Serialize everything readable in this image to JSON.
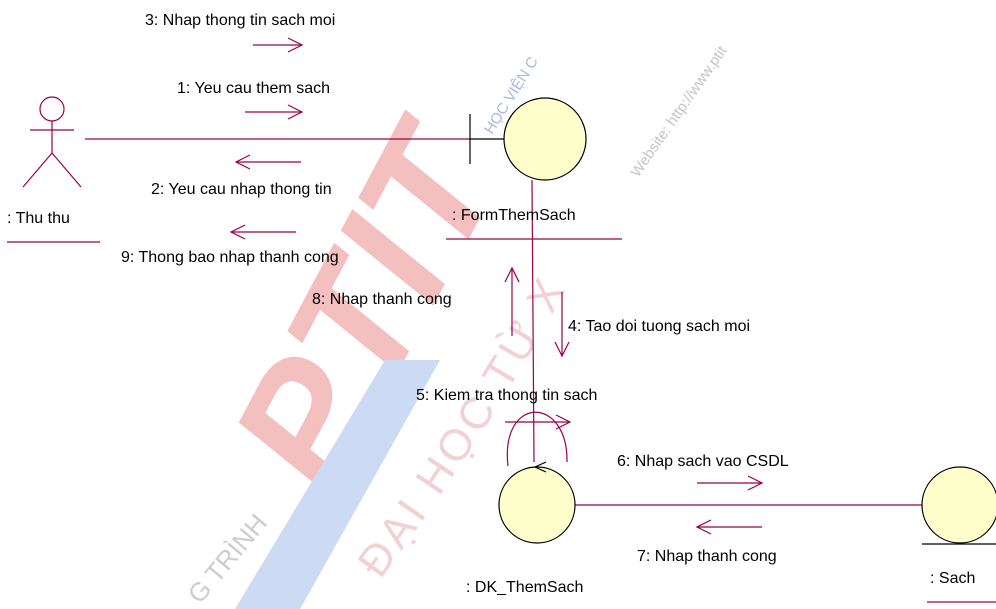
{
  "objects": {
    "actor": {
      "name": ": Thu thu"
    },
    "form": {
      "name": ": FormThemSach"
    },
    "controller": {
      "name": ": DK_ThemSach"
    },
    "entity": {
      "name": ": Sach"
    }
  },
  "messages": [
    {
      "label": "1: Yeu cau them sach"
    },
    {
      "label": "2: Yeu cau nhap thong tin"
    },
    {
      "label": "3: Nhap thong tin sach moi"
    },
    {
      "label": "4: Tao doi tuong sach moi"
    },
    {
      "label": "5: Kiem tra thong tin sach"
    },
    {
      "label": "6: Nhap sach vao CSDL"
    },
    {
      "label": "7: Nhap thanh cong"
    },
    {
      "label": "8: Nhap thanh cong"
    },
    {
      "label": "9: Thong bao nhap thanh cong"
    }
  ],
  "watermark": {
    "logo": "PTIT",
    "arc_text": "ĐẠI HỌC TỪ XA",
    "program_text": "G TRÌNH",
    "top_text": "HỌC VIỆN C",
    "website_text": "Website: http://www.ptit"
  },
  "colors": {
    "line": "#99004d",
    "object_fill": "#ffffcc",
    "object_stroke": "#000000",
    "watermark_red": "#f3b8b8",
    "watermark_blue": "#c7d6f2"
  }
}
